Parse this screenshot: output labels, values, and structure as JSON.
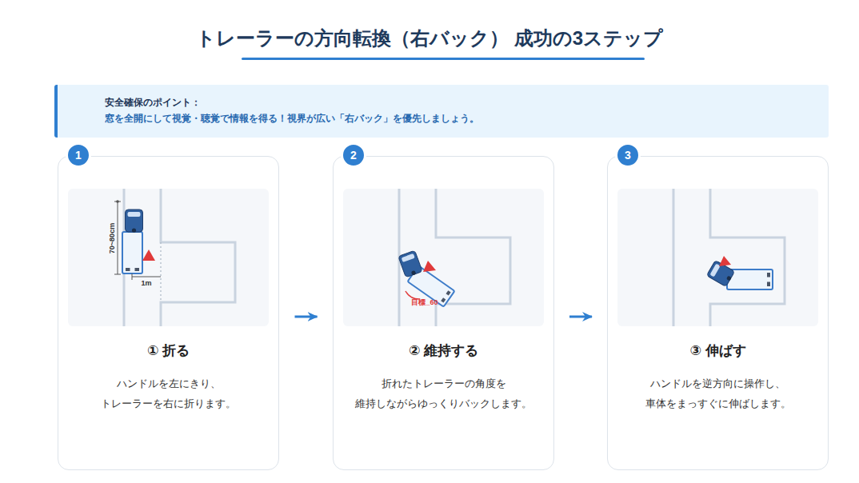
{
  "diagram": {
    "title": "トレーラーの方向転換（右バック） 成功の3ステップ",
    "nodes": [
      {
        "text": [
          "安全確保のポイント：",
          "窓を全開にして視覚・聴覚で情報を得る！視界が広い「右バック」を優先しましょう。"
        ]
      },
      {
        "text": [
          "① 折る",
          "ハンドルを左にきり、 トレーラーを右に折ります。"
        ]
      },
      {
        "text": [
          "1"
        ],
        "in": 1
      },
      {
        "text": [
          "② 維持する",
          "折れたトレーラーの角度を 維持しながらゆっくりバックします。"
        ]
      },
      {
        "text": [
          "2"
        ],
        "in": 3
      },
      {
        "text": [
          "③ 伸ばす",
          "ハンドルを逆方向に操作し、 車体をまっすぐに伸ばします。"
        ]
      },
      {
        "text": [
          "3"
        ],
        "in": 5
      }
    ],
    "edges": [
      {
        "from": 1,
        "to": 3,
        "arrow": "to"
      },
      {
        "from": 3,
        "to": 5,
        "arrow": "to"
      }
    ],
    "labels": [
      "70~80cm",
      "1m",
      "目標_60"
    ]
  }
}
